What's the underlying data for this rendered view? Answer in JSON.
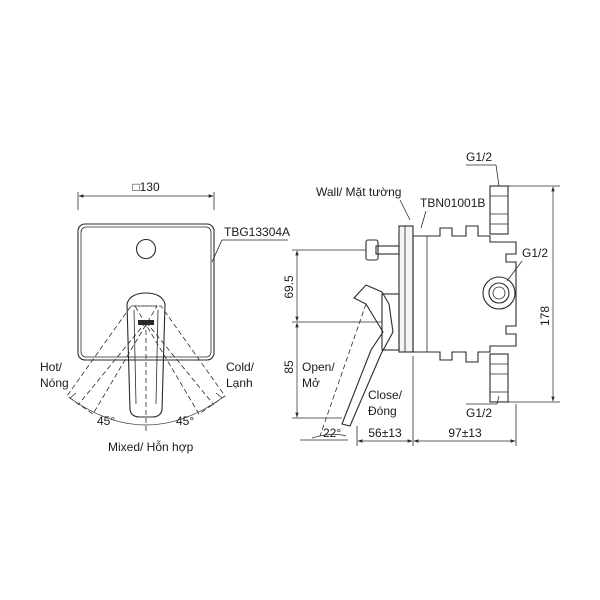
{
  "front_view": {
    "width_dimension": "□130",
    "plate_model": "TBG13304A",
    "hot_label": "Hot/",
    "hot_label_vi": "Nóng",
    "cold_label": "Cold/",
    "cold_label_vi": "Lạnh",
    "left_angle": "45°",
    "right_angle": "45°",
    "mixed_label": "Mixed/ Hỗn hợp"
  },
  "side_view": {
    "wall_label": "Wall/ Mặt tường",
    "valve_model": "TBN01001B",
    "thread_top": "G1/2",
    "thread_side": "G1/2",
    "thread_bottom": "G1/2",
    "dim_upper": "69.5",
    "dim_lower": "85",
    "dim_height": "178",
    "open_label": "Open/",
    "open_label_vi": "Mở",
    "close_label": "Close/",
    "close_label_vi": "Đóng",
    "open_angle": "22°",
    "dim_depth_front": "56±13",
    "dim_depth_back": "97±13"
  }
}
